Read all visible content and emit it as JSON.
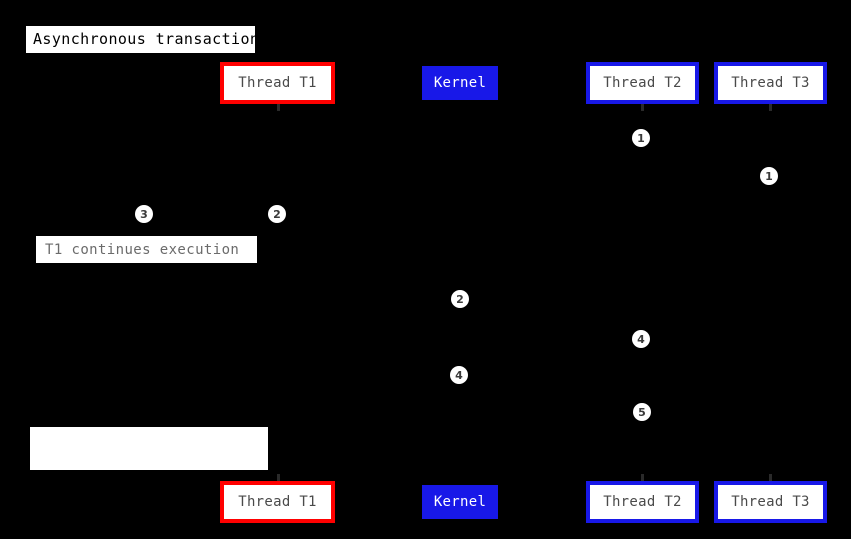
{
  "diagram": {
    "title": "Asynchronous transaction",
    "background_color": "#000000",
    "accent_colors": {
      "thread_t1_border": "#ff0000",
      "kernel_fill": "#1818e8",
      "thread_t2_border": "#1818e8",
      "thread_t3_border": "#1818e8",
      "badge_fill": "#ffffff",
      "box_fill": "#ffffff"
    }
  },
  "notes": [
    {
      "text": "T1 continues execution"
    }
  ],
  "blank_boxes": [
    {
      "label": ""
    }
  ],
  "lifelines_top": [
    {
      "label": "Thread T1",
      "style": "red"
    },
    {
      "label": "Kernel",
      "style": "bluefill"
    },
    {
      "label": "Thread T2",
      "style": "blueborder"
    },
    {
      "label": "Thread T3",
      "style": "blueborder"
    }
  ],
  "lifelines_bottom": [
    {
      "label": "Thread T1",
      "style": "red"
    },
    {
      "label": "Kernel",
      "style": "bluefill"
    },
    {
      "label": "Thread T2",
      "style": "blueborder"
    },
    {
      "label": "Thread T3",
      "style": "blueborder"
    }
  ],
  "badges": [
    {
      "number": "1",
      "lane": "thread-t2"
    },
    {
      "number": "1",
      "lane": "thread-t3"
    },
    {
      "number": "3",
      "lane": "thread-t1-left"
    },
    {
      "number": "2",
      "lane": "thread-t1-right"
    },
    {
      "number": "2",
      "lane": "kernel"
    },
    {
      "number": "4",
      "lane": "thread-t2"
    },
    {
      "number": "4",
      "lane": "kernel"
    },
    {
      "number": "5",
      "lane": "thread-t2"
    }
  ]
}
